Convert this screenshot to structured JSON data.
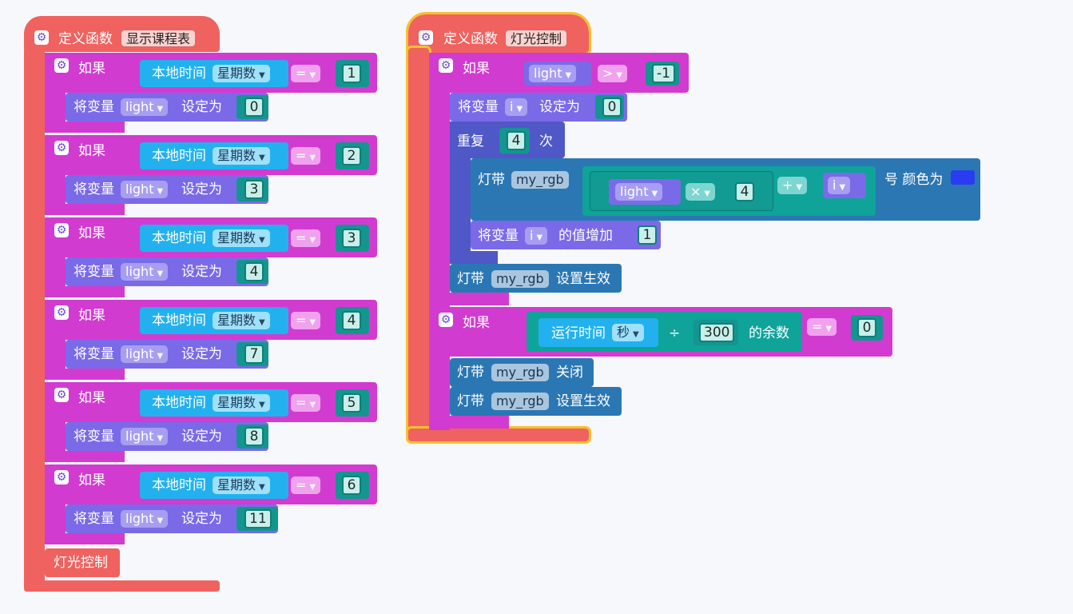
{
  "colors": {
    "function": "#f0625f",
    "if_block": "#d23bd0",
    "variable": "#7a6ae8",
    "time": "#22b1ee",
    "strip": "#2b77b4",
    "loop": "#4f58c6",
    "number_border": "#0f7f79",
    "selection": "#f6c12c",
    "swatch": "#2a3cf0"
  },
  "icons": {
    "gear": "gear-icon"
  },
  "func1": {
    "define_label": "定义函数",
    "name": "显示课程表",
    "if_label": "如果",
    "time_label": "本地时间",
    "time_field": "星期数",
    "eq": "=",
    "set_label": "将变量",
    "set_to": "设定为",
    "var": "light",
    "cases": [
      {
        "day": "1",
        "value": "0"
      },
      {
        "day": "2",
        "value": "3"
      },
      {
        "day": "3",
        "value": "4"
      },
      {
        "day": "4",
        "value": "7"
      },
      {
        "day": "5",
        "value": "8"
      },
      {
        "day": "6",
        "value": "11"
      }
    ],
    "call": "灯光控制"
  },
  "func2": {
    "define_label": "定义函数",
    "name": "灯光控制",
    "if_label": "如果",
    "cond_var": "light",
    "gt": ">",
    "cond_value": "-1",
    "set_label": "将变量",
    "set_var": "i",
    "set_to": "设定为",
    "set_value": "0",
    "repeat_label": "重复",
    "repeat_count": "4",
    "repeat_unit": "次",
    "strip_label": "灯带",
    "strip_name": "my_rgb",
    "mul_var": "light",
    "mul_op": "×",
    "mul_value": "4",
    "plus_op": "+",
    "plus_var": "i",
    "color_label": "号 颜色为",
    "inc_label": "将变量",
    "inc_var": "i",
    "inc_text": "的值增加",
    "inc_value": "1",
    "apply_label": "设置生效",
    "if2_label": "如果",
    "runtime_label": "运行时间",
    "runtime_unit": "秒",
    "div_op": "÷",
    "div_value": "300",
    "mod_label": "的余数",
    "eq": "=",
    "eq_value": "0",
    "off_label": "关闭"
  }
}
